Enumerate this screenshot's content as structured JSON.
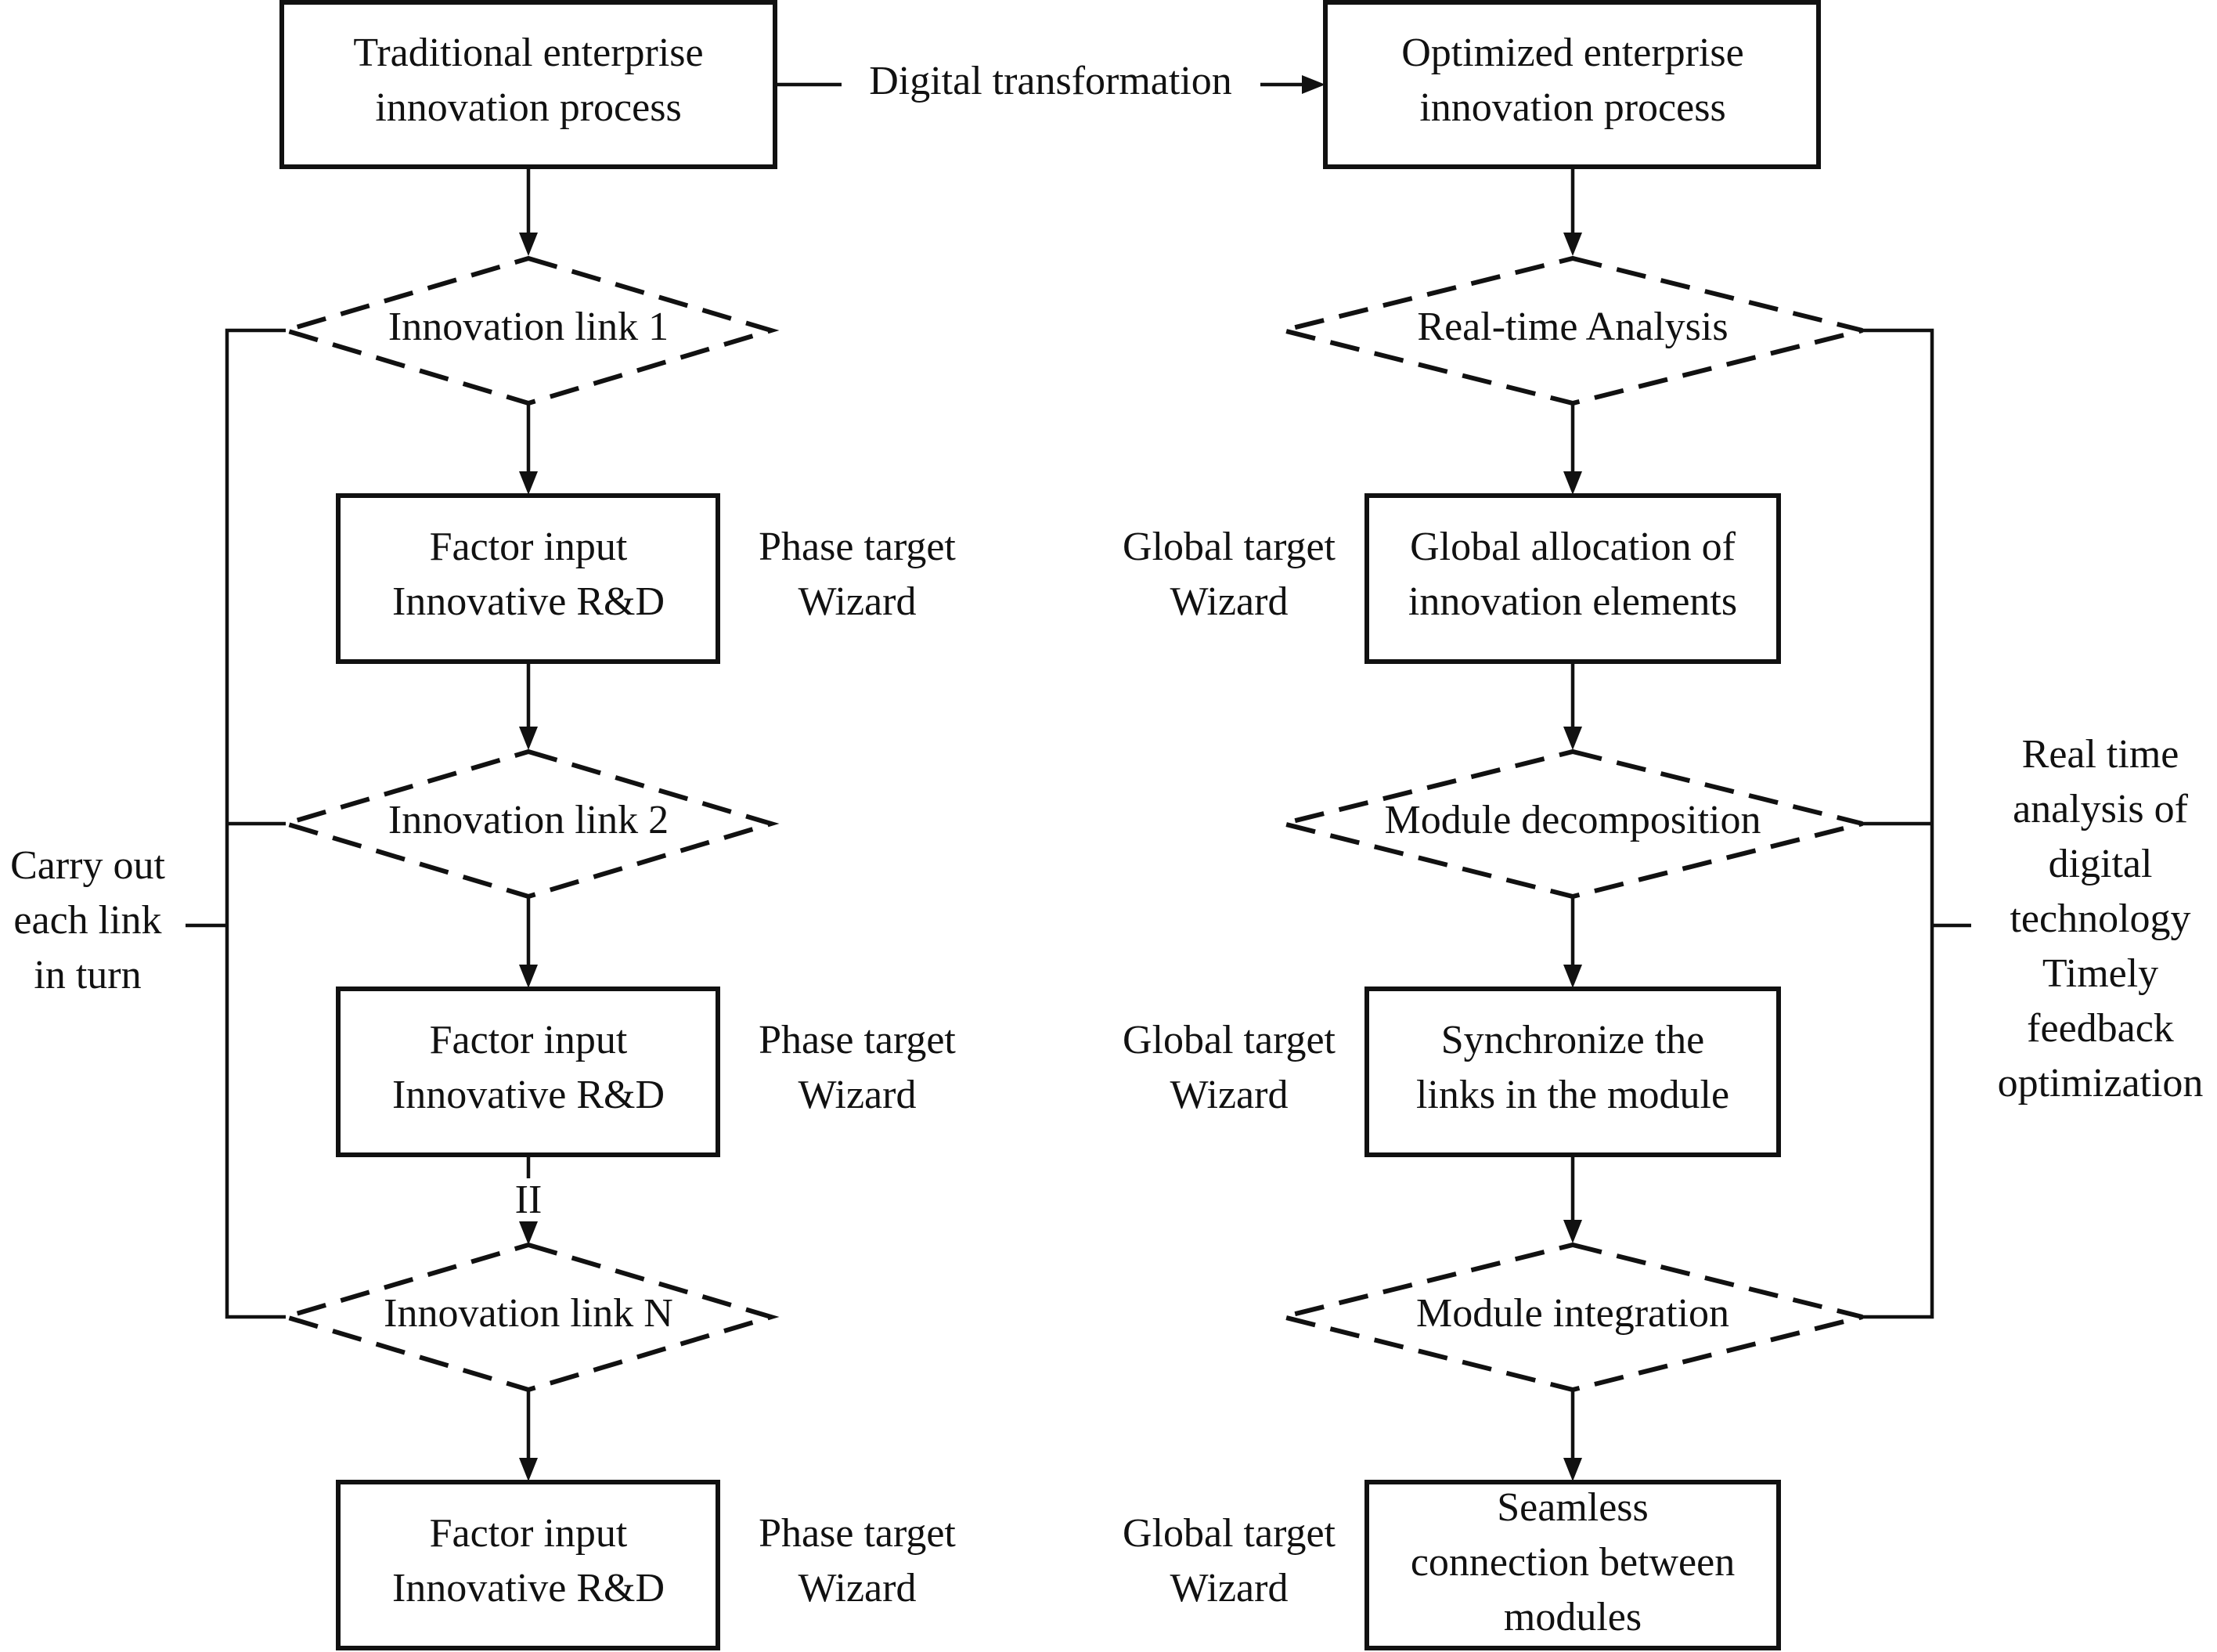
{
  "traditional": {
    "title": [
      "Traditional enterprise",
      "innovation process"
    ],
    "links": [
      "Innovation link 1",
      "Innovation link 2",
      "Innovation link N"
    ],
    "step_box": [
      "Factor input",
      "Innovative R&D"
    ],
    "phase_note": [
      "Phase target",
      "Wizard"
    ],
    "continuation_mark": "II",
    "side_note": [
      "Carry out",
      "each link",
      "in turn"
    ]
  },
  "transition_label": "Digital transformation",
  "optimized": {
    "title": [
      "Optimized enterprise",
      "innovation process"
    ],
    "decisions": [
      "Real-time Analysis",
      "Module decomposition",
      "Module integration"
    ],
    "boxes": [
      [
        "Global allocation of",
        "innovation elements"
      ],
      [
        "Synchronize the",
        "links in the module"
      ],
      [
        "Seamless",
        "connection between",
        "modules"
      ]
    ],
    "global_note": [
      "Global target",
      "Wizard"
    ],
    "side_note": [
      "Real time",
      "analysis of",
      "digital",
      "technology",
      "Timely",
      "feedback",
      "optimization"
    ]
  }
}
